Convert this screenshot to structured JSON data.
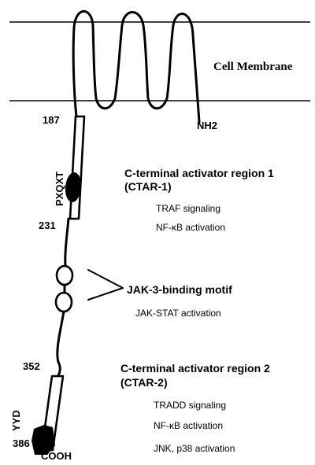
{
  "membrane": {
    "label": "Cell Membrane"
  },
  "termini": {
    "n_terminus": "NH2",
    "c_terminus": "COOH"
  },
  "residues": {
    "r187": "187",
    "r231": "231",
    "r352": "352",
    "r386": "386"
  },
  "motifs": {
    "pxqxt": "PXQXT",
    "yyd": "YYD"
  },
  "ctar1": {
    "title_line1": "C-terminal activator region 1",
    "title_line2": "(CTAR-1)",
    "items": [
      "TRAF signaling",
      "NF-κB activation"
    ]
  },
  "jak": {
    "title": "JAK-3-binding motif",
    "items": [
      "JAK-STAT activation"
    ]
  },
  "ctar2": {
    "title_line1": "C-terminal activator region 2",
    "title_line2": "(CTAR-2)",
    "items": [
      "TRADD signaling",
      "NF-κB activation",
      "JNK, p38 activation"
    ]
  }
}
